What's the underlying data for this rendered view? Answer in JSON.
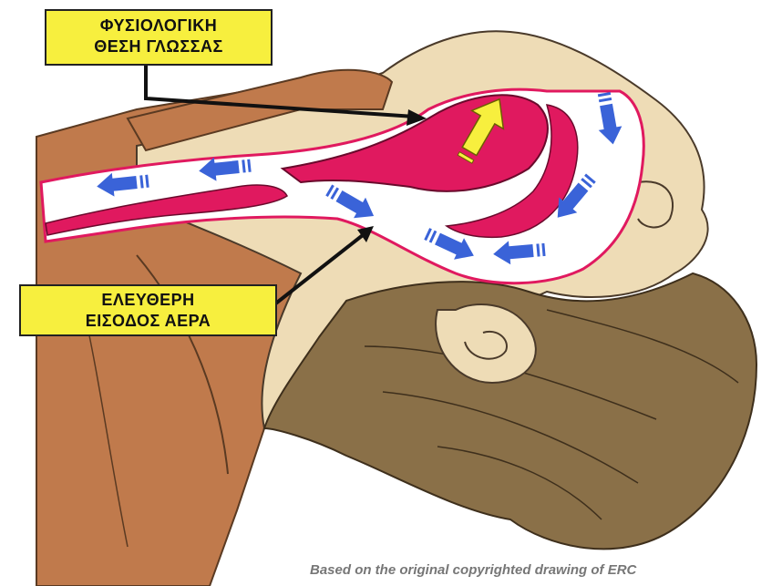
{
  "labels": {
    "tongue_position": [
      "ΦΥΣΙΟΛΟΓΙΚΗ",
      "ΘΕΣΗ ΓΛΩΣΣΑΣ"
    ],
    "free_air_entry": [
      "ΕΛΕΥΘΕΡΗ",
      "ΕΙΣΟΔΟΣ ΑΕΡΑ"
    ]
  },
  "credit": "Based on the original copyrighted drawing of ERC",
  "colors": {
    "skin": "#eedcb6",
    "shirt": "#c07a4c",
    "hair": "#8a7048",
    "airway": "#ffffff",
    "tongue": "#e0195f",
    "airflow_arrow": "#3a63d8",
    "tongue_arrow": "#f7ef3e",
    "label_background": "#f7ef3e"
  },
  "icons": [
    "airflow-arrow",
    "tongue-direction-arrow",
    "pointer-arrow"
  ]
}
